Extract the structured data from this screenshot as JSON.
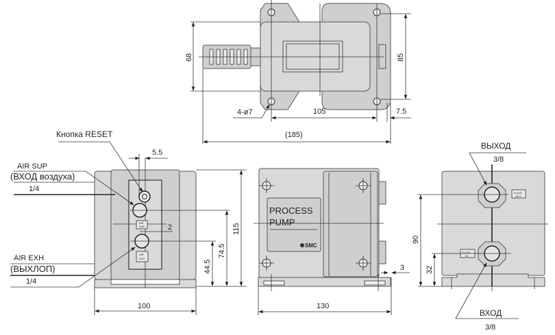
{
  "top_view": {
    "dim_height": "68",
    "dim_hole_spacing_v": "85",
    "dim_hole_spacing_h": "105",
    "dim_offset": "7.5",
    "dim_total_length": "(185)",
    "holes_label": "4-ø7"
  },
  "front_view": {
    "reset_label": "Кнопка RESET",
    "air_sup_label": "AIR SUP",
    "air_sup_ru": "(ВХОД воздуха)",
    "air_sup_size": "1/4",
    "air_exh_label": "AIR EXH",
    "air_exh_ru": "(ВЫХЛОП)",
    "air_exh_size": "1/4",
    "dim_reset_offset": "5.5",
    "dim_port_offset": "2",
    "dim_height": "115",
    "dim_sup_height": "74.5",
    "dim_exh_height": "44.5",
    "dim_width": "100",
    "plate_sup": [
      "AIR",
      "SUP"
    ],
    "plate_exh": [
      "AIR",
      "EXH"
    ]
  },
  "side_view": {
    "title_line1": "PROCESS",
    "title_line2": "PUMP",
    "brand": "SMC",
    "dim_width": "130",
    "dim_offset": "3"
  },
  "right_view": {
    "outlet_label": "ВЫХОД",
    "outlet_size": "3/8",
    "inlet_label": "ВХОД",
    "inlet_size": "3/8",
    "dim_outlet_height": "90",
    "dim_inlet_height": "32",
    "plate_out": [
      "FLUID",
      "OUT"
    ],
    "plate_in": [
      "FLUID",
      "IN"
    ]
  }
}
